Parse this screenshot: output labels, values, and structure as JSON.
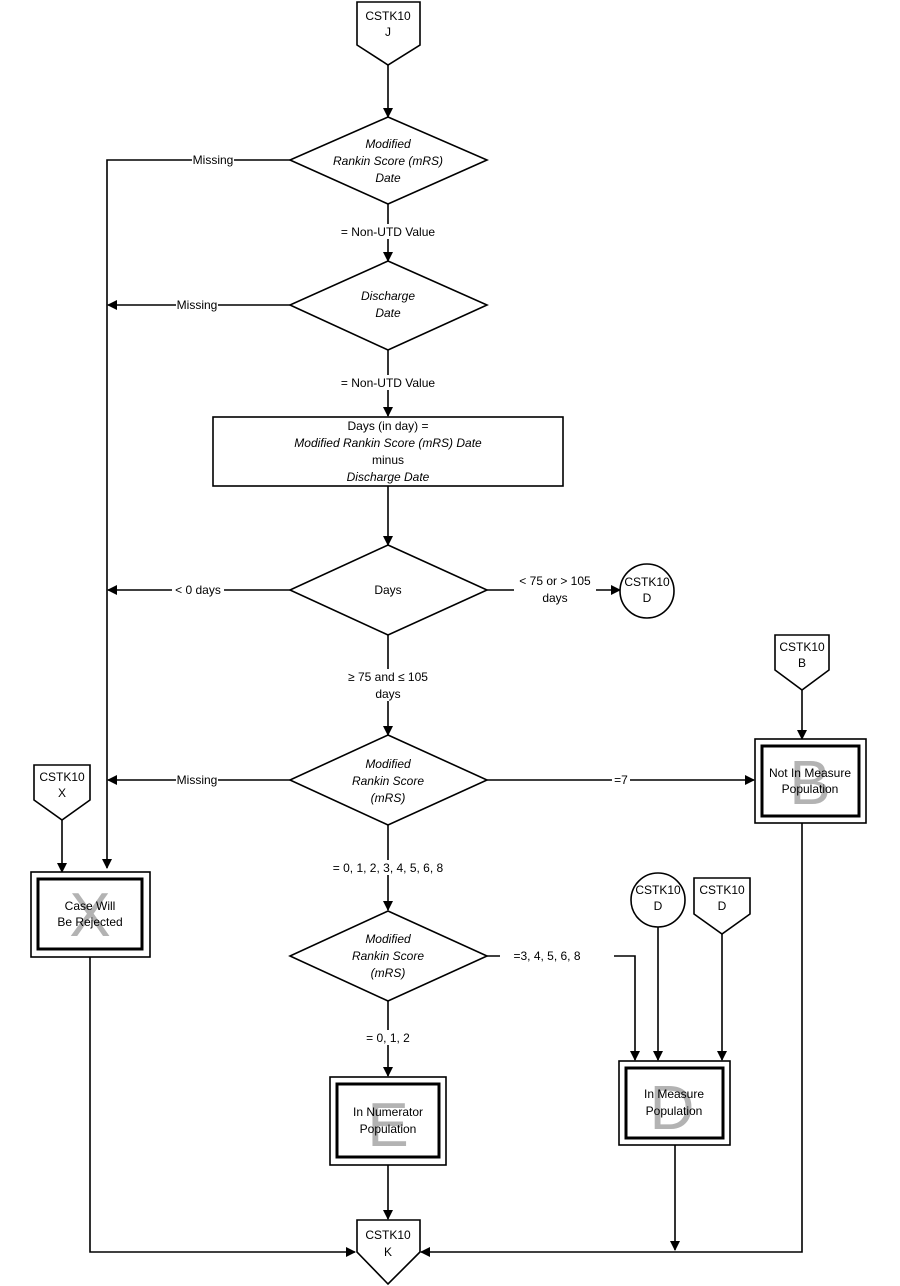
{
  "diagram": {
    "type": "flowchart",
    "connectors": {
      "start_J": {
        "lines": [
          "CSTK10",
          "J"
        ]
      },
      "offpage_B": {
        "lines": [
          "CSTK10",
          "B"
        ]
      },
      "offpage_X": {
        "lines": [
          "CSTK10",
          "X"
        ]
      },
      "onpage_D_right": {
        "lines": [
          "CSTK10",
          "D"
        ]
      },
      "onpage_D_bottom": {
        "lines": [
          "CSTK10",
          "D"
        ]
      },
      "offpage_D": {
        "lines": [
          "CSTK10",
          "D"
        ]
      },
      "end_K": {
        "lines": [
          "CSTK10",
          "K"
        ]
      }
    },
    "decisions": {
      "mrs_date": {
        "lines": [
          "Modified",
          "Rankin Score (mRS)",
          "Date"
        ],
        "italic": true
      },
      "discharge_date": {
        "lines": [
          "Discharge",
          "Date"
        ],
        "italic": true
      },
      "days": {
        "lines": [
          "Days"
        ],
        "italic": false
      },
      "mrs_1": {
        "lines": [
          "Modified",
          "Rankin Score",
          "(mRS)"
        ],
        "italic": true
      },
      "mrs_2": {
        "lines": [
          "Modified",
          "Rankin Score",
          "(mRS)"
        ],
        "italic": true
      }
    },
    "process": {
      "days_calc": {
        "lines": [
          {
            "text": "Days (in day) =",
            "italic": false
          },
          {
            "text": "Modified Rankin Score (mRS) Date",
            "italic": true
          },
          {
            "text": "minus",
            "italic": false
          },
          {
            "text": "Discharge Date",
            "italic": true
          }
        ]
      }
    },
    "outcomes": {
      "rejected": {
        "lines": [
          "Case Will",
          "Be Rejected"
        ],
        "category": "X"
      },
      "not_in_measure": {
        "lines": [
          "Not In Measure",
          "Population"
        ],
        "category": "B"
      },
      "numerator": {
        "lines": [
          "In Numerator",
          "Population"
        ],
        "category": "E"
      },
      "in_measure": {
        "lines": [
          "In Measure",
          "Population"
        ],
        "category": "D"
      }
    },
    "edge_labels": {
      "mrs_date_missing": "Missing",
      "mrs_date_valid": "= Non-UTD Value",
      "discharge_missing": "Missing",
      "discharge_valid": "= Non-UTD Value",
      "days_negative": "< 0  days",
      "days_out_range": [
        "< 75  or  > 105",
        "days"
      ],
      "days_in_range": [
        "≥ 75  and ≤ 105",
        "days"
      ],
      "mrs_missing": "Missing",
      "mrs_eq7": "=7",
      "mrs_values": "= 0, 1, 2, 3, 4, 5, 6, 8",
      "mrs_high": "=3, 4, 5, 6, 8",
      "mrs_low": "= 0, 1, 2"
    }
  }
}
